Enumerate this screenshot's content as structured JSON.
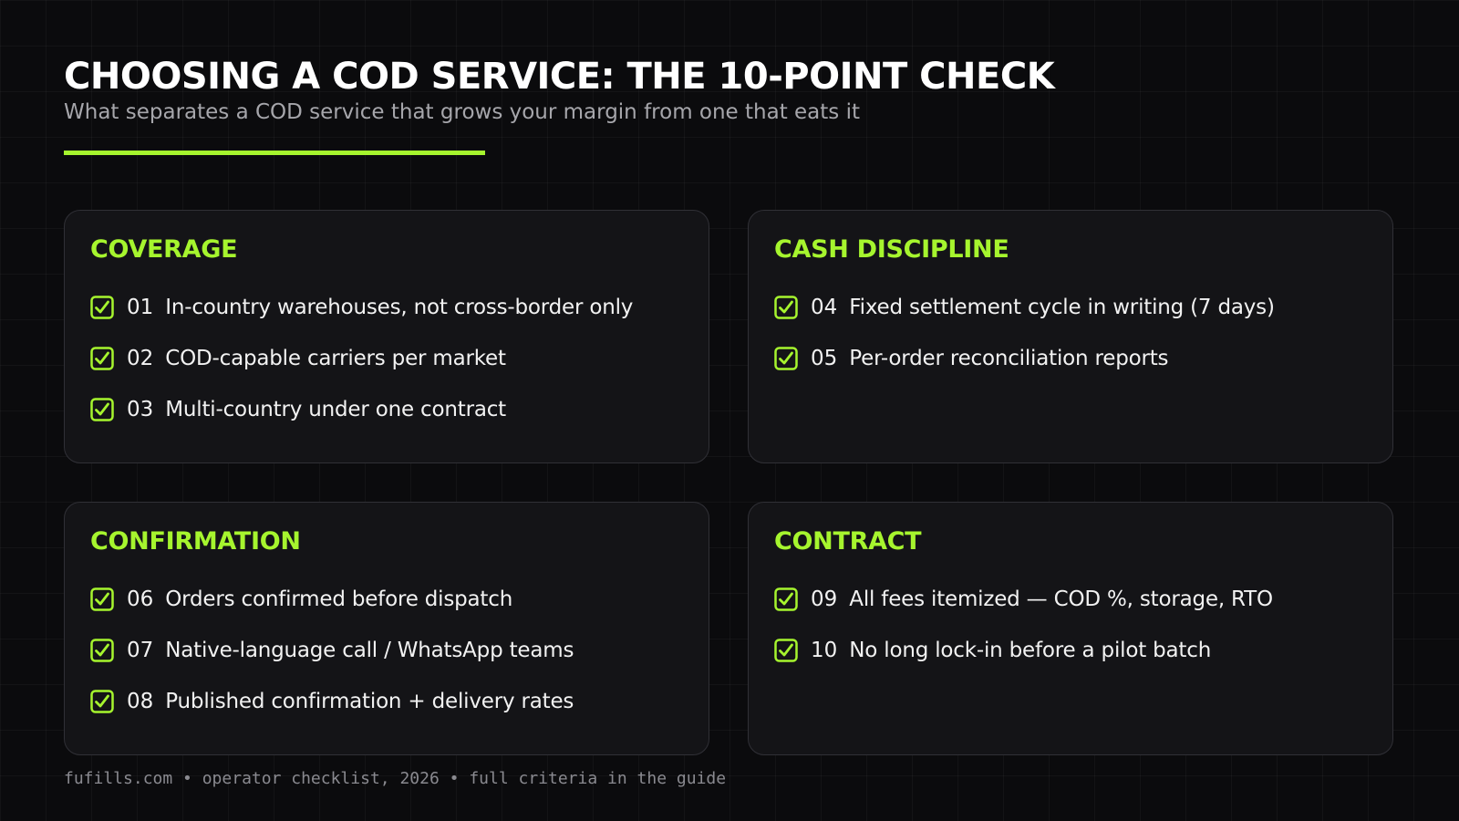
{
  "header": {
    "title": "CHOOSING A COD SERVICE: THE 10-POINT CHECK",
    "subtitle": "What separates a COD service that grows your margin from one that eats it"
  },
  "colors": {
    "accent": "#a6f52e",
    "background": "#0b0b0d",
    "card": "#141417"
  },
  "icons": {
    "check": "checkbox-checked-icon"
  },
  "cards": [
    {
      "title": "COVERAGE",
      "items": [
        {
          "num": "01",
          "text": "In-country warehouses, not cross-border only"
        },
        {
          "num": "02",
          "text": "COD-capable carriers per market"
        },
        {
          "num": "03",
          "text": "Multi-country under one contract"
        }
      ]
    },
    {
      "title": "CASH DISCIPLINE",
      "items": [
        {
          "num": "04",
          "text": "Fixed settlement cycle in writing (7 days)"
        },
        {
          "num": "05",
          "text": "Per-order reconciliation reports"
        }
      ]
    },
    {
      "title": "CONFIRMATION",
      "items": [
        {
          "num": "06",
          "text": "Orders confirmed before dispatch"
        },
        {
          "num": "07",
          "text": "Native-language call / WhatsApp teams"
        },
        {
          "num": "08",
          "text": "Published confirmation + delivery rates"
        }
      ]
    },
    {
      "title": "CONTRACT",
      "items": [
        {
          "num": "09",
          "text": "All fees itemized — COD %, storage, RTO"
        },
        {
          "num": "10",
          "text": "No long lock-in before a pilot batch"
        }
      ]
    }
  ],
  "footer": {
    "text": "fufills.com • operator checklist, 2026 • full criteria in the guide"
  }
}
